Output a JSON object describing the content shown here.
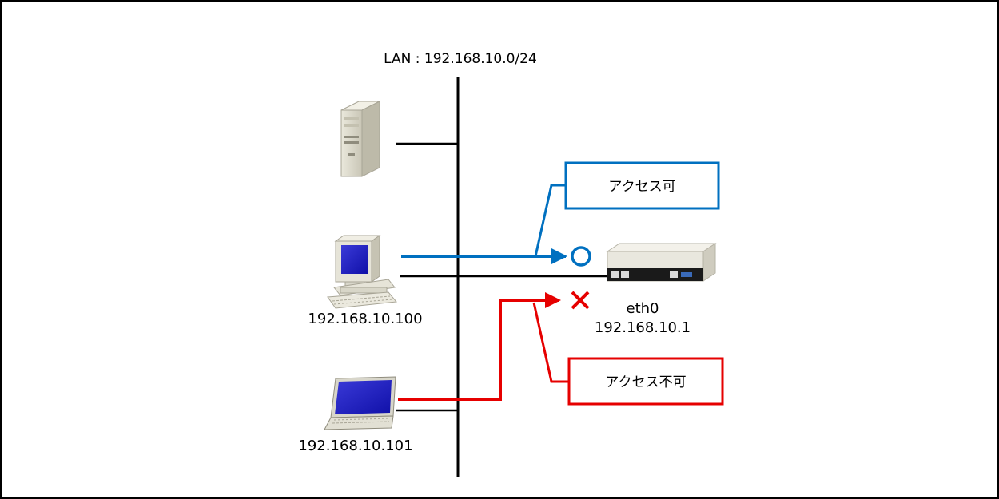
{
  "network_label": "LAN : 192.168.10.0/24",
  "hosts": {
    "server": {},
    "desktop": {
      "ip": "192.168.10.100"
    },
    "laptop": {
      "ip": "192.168.10.101"
    }
  },
  "router": {
    "interface": "eth0",
    "ip": "192.168.10.1"
  },
  "callouts": {
    "allowed": {
      "text": "アクセス可",
      "color": "#0070c0",
      "symbol": "○"
    },
    "denied": {
      "text": "アクセス不可",
      "color": "#e60000",
      "symbol": "×"
    }
  }
}
